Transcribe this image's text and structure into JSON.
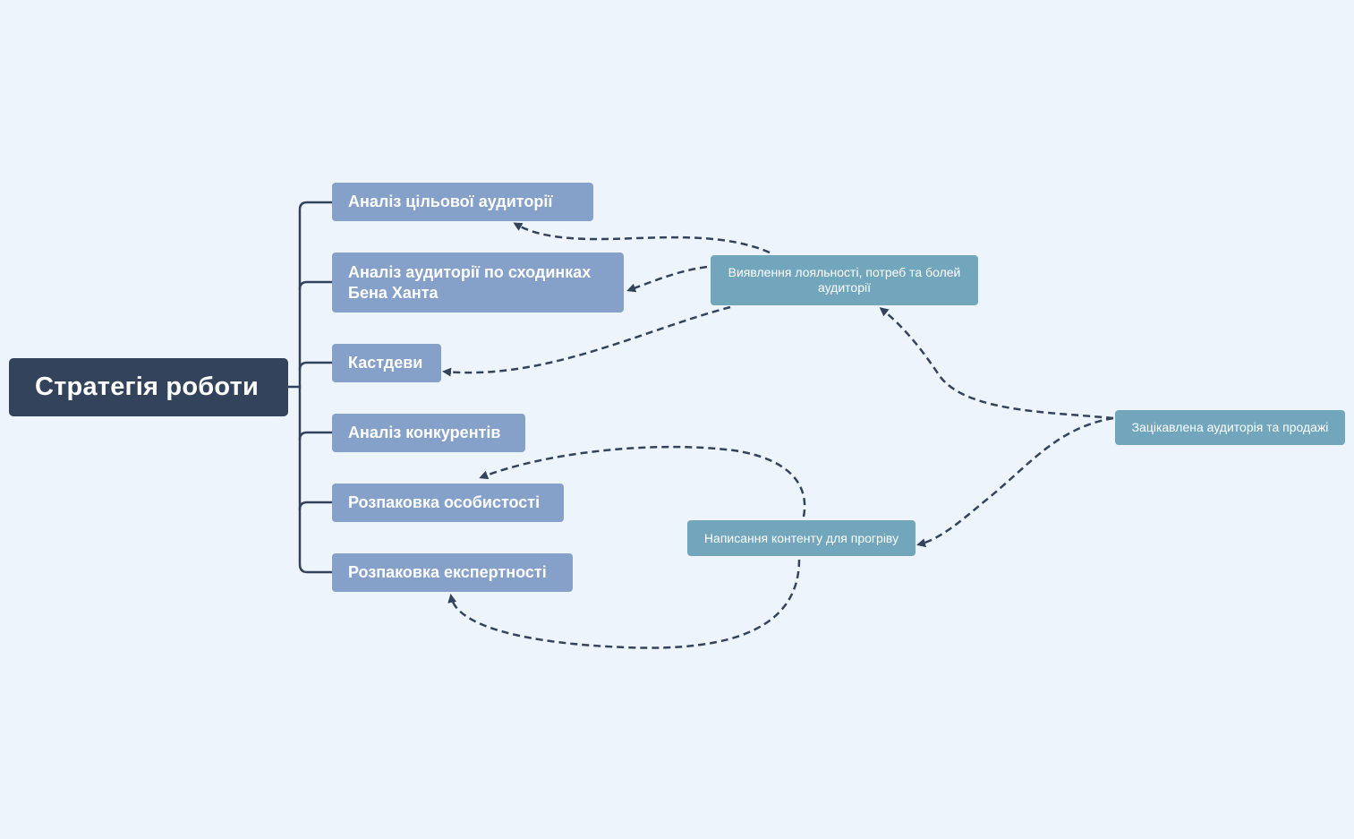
{
  "root": {
    "label": "Стратегія роботи"
  },
  "topics": [
    {
      "label": "Аналіз цільової аудиторії"
    },
    {
      "label": "Аналіз аудиторії по сходинках Бена Ханта"
    },
    {
      "label": "Кастдеви"
    },
    {
      "label": "Аналіз конкурентів"
    },
    {
      "label": "Розпаковка особистості"
    },
    {
      "label": "Розпаковка експертності"
    }
  ],
  "floating": [
    {
      "label": "Виявлення лояльності, потреб та болей аудиторії"
    },
    {
      "label": "Зацікавлена аудиторія та продажі"
    },
    {
      "label": "Написання контенту для прогріву"
    }
  ],
  "colors": {
    "background": "#edf4fb",
    "root": "#34435c",
    "topic": "#86a1c9",
    "floating": "#72a6bd",
    "connector": "#34435c"
  }
}
